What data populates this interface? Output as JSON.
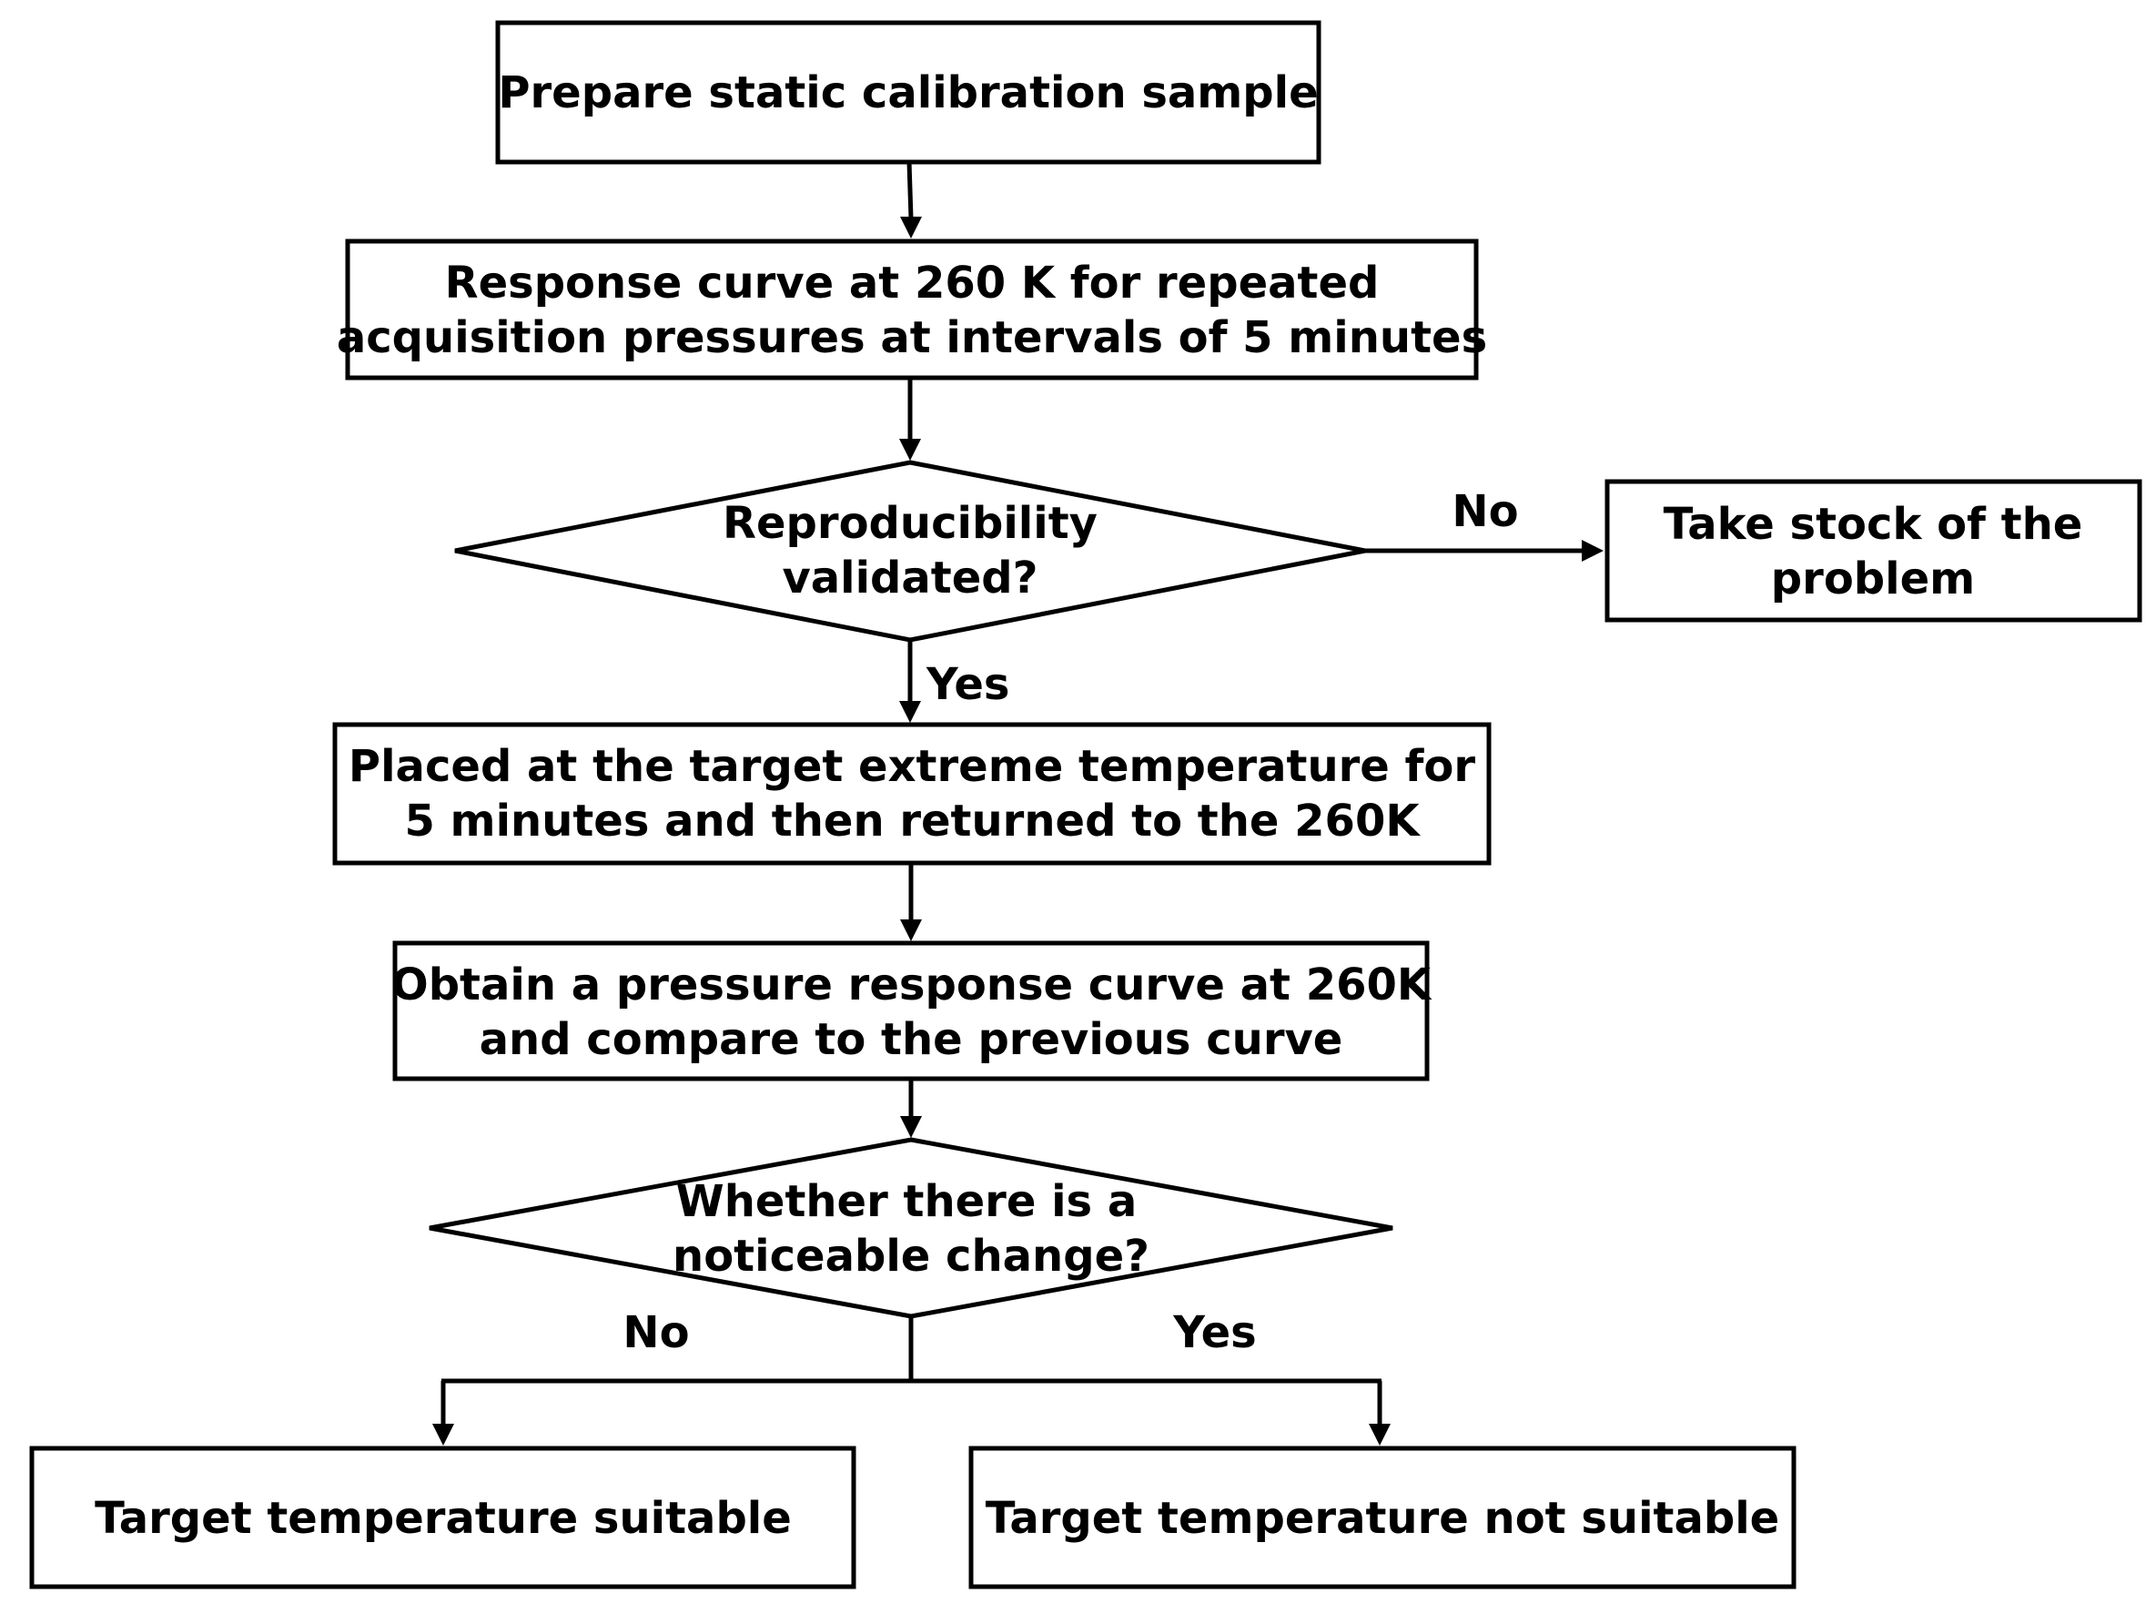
{
  "nodes": {
    "prepare": [
      "Prepare static calibration sample"
    ],
    "response_curve": [
      "Response curve at 260 K for repeated",
      "acquisition pressures at intervals of 5 minutes"
    ],
    "reproducibility": [
      "Reproducibility",
      "validated?"
    ],
    "take_stock": [
      "Take stock of the",
      "problem"
    ],
    "placed_extreme": [
      "Placed at the target extreme temperature for",
      "5 minutes and then returned to the 260K"
    ],
    "obtain_curve": [
      "Obtain a pressure response curve at 260K",
      "and compare to the previous curve"
    ],
    "noticeable_change": [
      "Whether there is a",
      "noticeable change?"
    ],
    "suitable": [
      "Target temperature suitable"
    ],
    "not_suitable": [
      "Target temperature not suitable"
    ]
  },
  "edge_labels": {
    "reproducibility_no": "No",
    "reproducibility_yes": "Yes",
    "change_no": "No",
    "change_yes": "Yes"
  }
}
